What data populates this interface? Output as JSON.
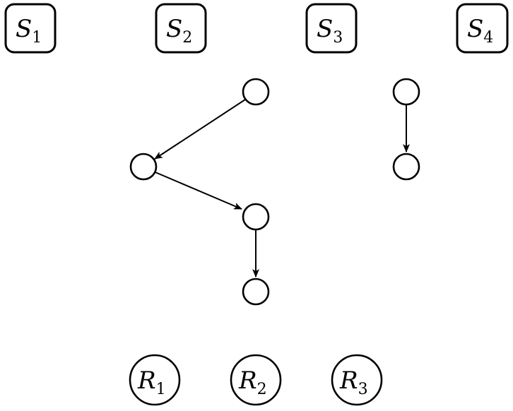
{
  "top_boxes": [
    {
      "letter": "S",
      "index": "1"
    },
    {
      "letter": "S",
      "index": "2"
    },
    {
      "letter": "S",
      "index": "3"
    },
    {
      "letter": "S",
      "index": "4"
    }
  ],
  "bottom_circles": [
    {
      "letter": "R",
      "index": "1"
    },
    {
      "letter": "R",
      "index": "2"
    },
    {
      "letter": "R",
      "index": "3"
    }
  ],
  "colors": {
    "stroke": "#000000",
    "background": "#ffffff"
  }
}
